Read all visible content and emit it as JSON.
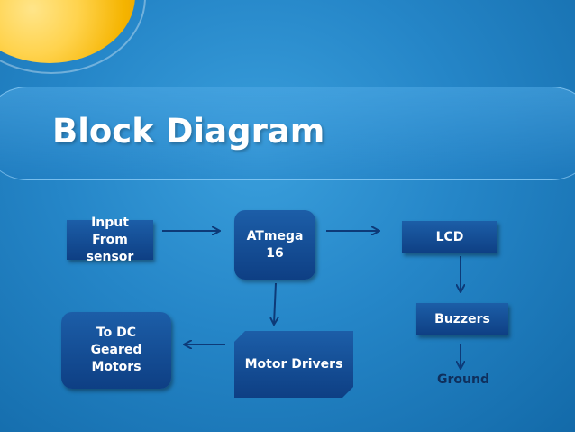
{
  "slide": {
    "title": "Block Diagram"
  },
  "blocks": {
    "input": "Input\nFrom\nsensor",
    "atmega": "ATmega\n16",
    "lcd": "LCD",
    "buzzers": "Buzzers",
    "dc_motors": "To DC\nGeared\nMotors",
    "motor_drivers": "Motor Drivers",
    "ground": "Ground"
  },
  "connections": [
    {
      "from": "input",
      "to": "atmega"
    },
    {
      "from": "atmega",
      "to": "lcd"
    },
    {
      "from": "lcd",
      "to": "buzzers"
    },
    {
      "from": "buzzers",
      "to": "ground"
    },
    {
      "from": "atmega",
      "to": "motor_drivers"
    },
    {
      "from": "motor_drivers",
      "to": "dc_motors"
    }
  ],
  "colors": {
    "background": "#2586c8",
    "block_fill": "#0e3f84",
    "arrow": "#0d3a78",
    "sun": "#ffd34d"
  }
}
